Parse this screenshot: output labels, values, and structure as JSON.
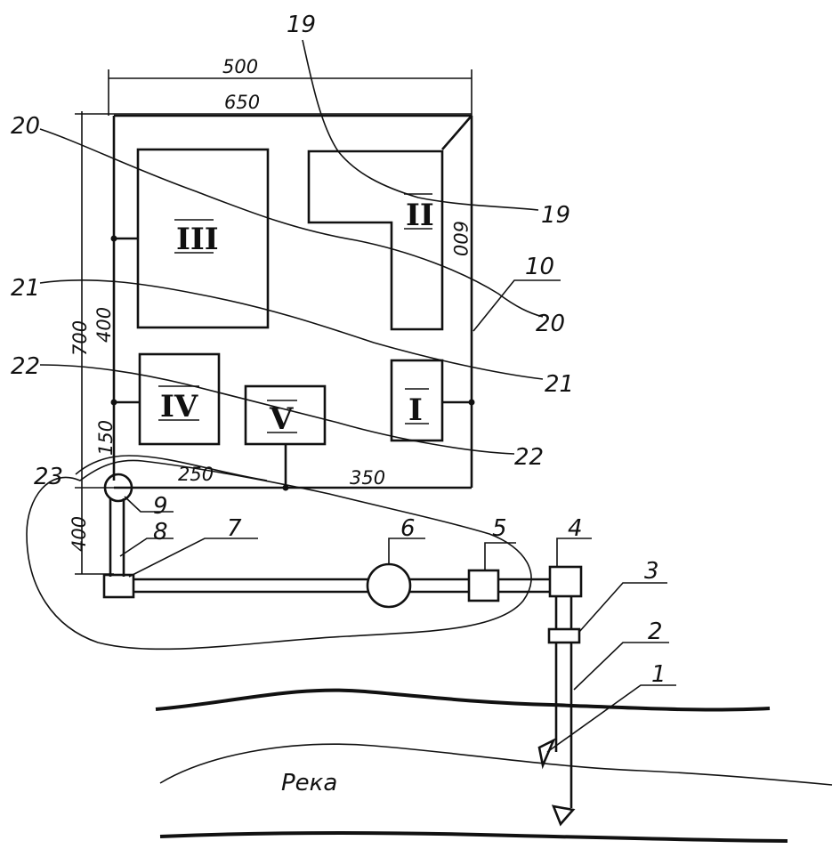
{
  "diagram": {
    "dimensions": {
      "top_outer": "500",
      "top_inner": "650",
      "left_total": "700",
      "left_upper": "400",
      "left_small": "150",
      "bottom_left": "250",
      "bottom_right": "350",
      "right_side": "600",
      "lower_branch": "400"
    },
    "zones": [
      {
        "id": "zone-3",
        "label": "III"
      },
      {
        "id": "zone-2",
        "label": "II"
      },
      {
        "id": "zone-4",
        "label": "IV"
      },
      {
        "id": "zone-5",
        "label": "V"
      },
      {
        "id": "zone-1",
        "label": "I"
      }
    ],
    "callouts": {
      "c1": "1",
      "c2": "2",
      "c3": "3",
      "c4": "4",
      "c5": "5",
      "c6": "6",
      "c7": "7",
      "c8": "8",
      "c9": "9",
      "c10": "10",
      "c19a": "19",
      "c19b": "19",
      "c20a": "20",
      "c20b": "20",
      "c21a": "21",
      "c21b": "21",
      "c22a": "22",
      "c22b": "22",
      "c23": "23"
    },
    "river_label": "Река"
  }
}
